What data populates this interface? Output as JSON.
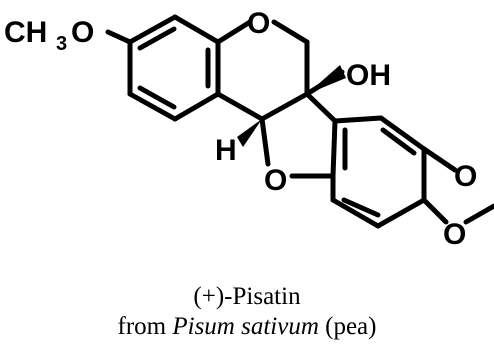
{
  "molecule": {
    "atoms": {
      "methoxy_ch": "CH",
      "methoxy_sub": "3",
      "methoxy_o": "O",
      "ring_o_top": "O",
      "hydroxyl": "OH",
      "hydrogen": "H",
      "furan_o": "O",
      "dioxole_o_top": "O",
      "dioxole_o_bottom": "O"
    }
  },
  "caption": {
    "compound_name": "(+)-Pisatin",
    "source_prefix": "from ",
    "source_species": "Pisum sativum",
    "source_suffix": " (pea)"
  }
}
